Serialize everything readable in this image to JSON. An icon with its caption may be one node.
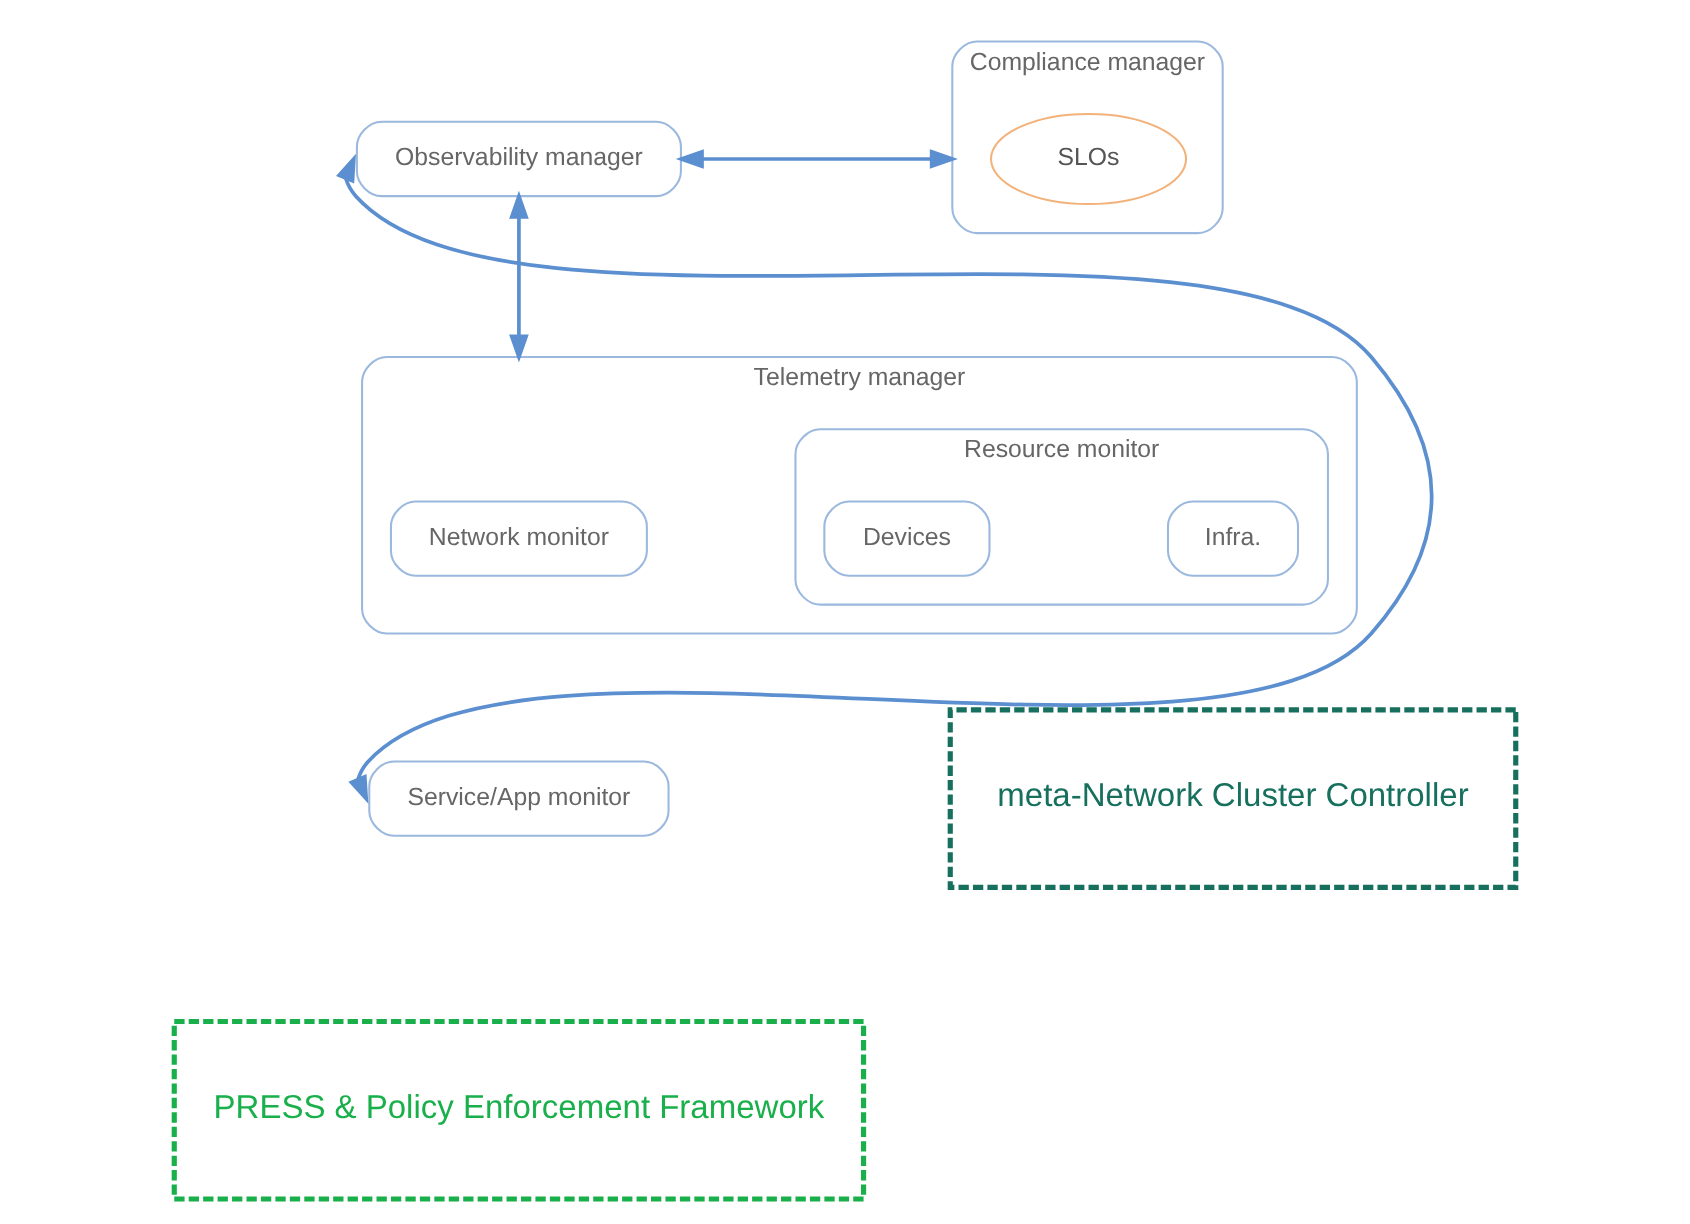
{
  "diagram": {
    "nodes": [
      {
        "text": [
          "Observability manager"
        ]
      },
      {
        "text": [
          "Compliance manager"
        ]
      },
      {
        "text": [
          "SLOs"
        ],
        "in": 1
      },
      {
        "text": [
          "Telemetry manager"
        ]
      },
      {
        "text": [
          "Network monitor"
        ],
        "in": 3
      },
      {
        "text": [
          "Resource monitor"
        ],
        "in": 3
      },
      {
        "text": [
          "Infra."
        ],
        "in": 5
      },
      {
        "text": [
          "Devices"
        ],
        "in": 5
      },
      {
        "text": [
          "Service/App monitor"
        ]
      },
      {
        "text": [
          "meta-Network Cluster Controller"
        ]
      },
      {
        "text": [
          "PRESS & Policy Enforcement Framework"
        ]
      }
    ],
    "edges": [
      {
        "from": 0,
        "to": 1,
        "arrow": "both"
      },
      {
        "from": 0,
        "to": 3,
        "arrow": "both"
      },
      {
        "from": 8,
        "to": 0,
        "arrow": "both"
      }
    ]
  }
}
